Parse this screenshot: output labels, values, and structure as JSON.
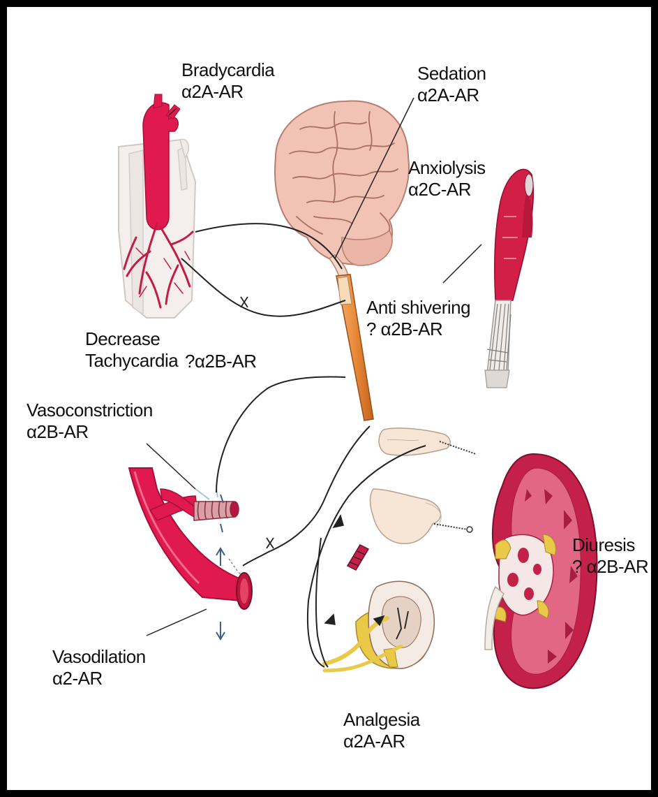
{
  "labels": {
    "bradycardia": {
      "effect": "Bradycardia",
      "receptor": "α2A-AR"
    },
    "sedation": {
      "effect": "Sedation",
      "receptor": "α2A-AR"
    },
    "anxiolysis": {
      "effect": "Anxiolysis",
      "receptor": "α2C-AR"
    },
    "anti_shivering": {
      "effect": "Anti shivering",
      "receptor": "? α2B-AR"
    },
    "decrease_tachycardia": {
      "effect_line1": "Decrease",
      "effect_line2": "Tachycardia",
      "receptor": "?α2B-AR"
    },
    "vasoconstriction": {
      "effect": "Vasoconstriction",
      "receptor": "α2B-AR"
    },
    "diuresis": {
      "effect": "Diuresis",
      "receptor": "? α2B-AR"
    },
    "vasodilation": {
      "effect": "Vasodilation",
      "receptor": "α2-AR"
    },
    "analgesia": {
      "effect": "Analgesia",
      "receptor": "α2A-AR"
    }
  },
  "colors": {
    "artery": "#e0194f",
    "heart_outline": "#d8d2cf",
    "brain": "#f2c3b5",
    "brain_outline": "#c98f82",
    "spinal_cord": "#e98b3a",
    "muscle": "#d11f48",
    "kidney": "#c3214a",
    "nerve_line": "#222222",
    "nerve_yellow": "#e9c947",
    "hand": "#f7e6d6"
  }
}
